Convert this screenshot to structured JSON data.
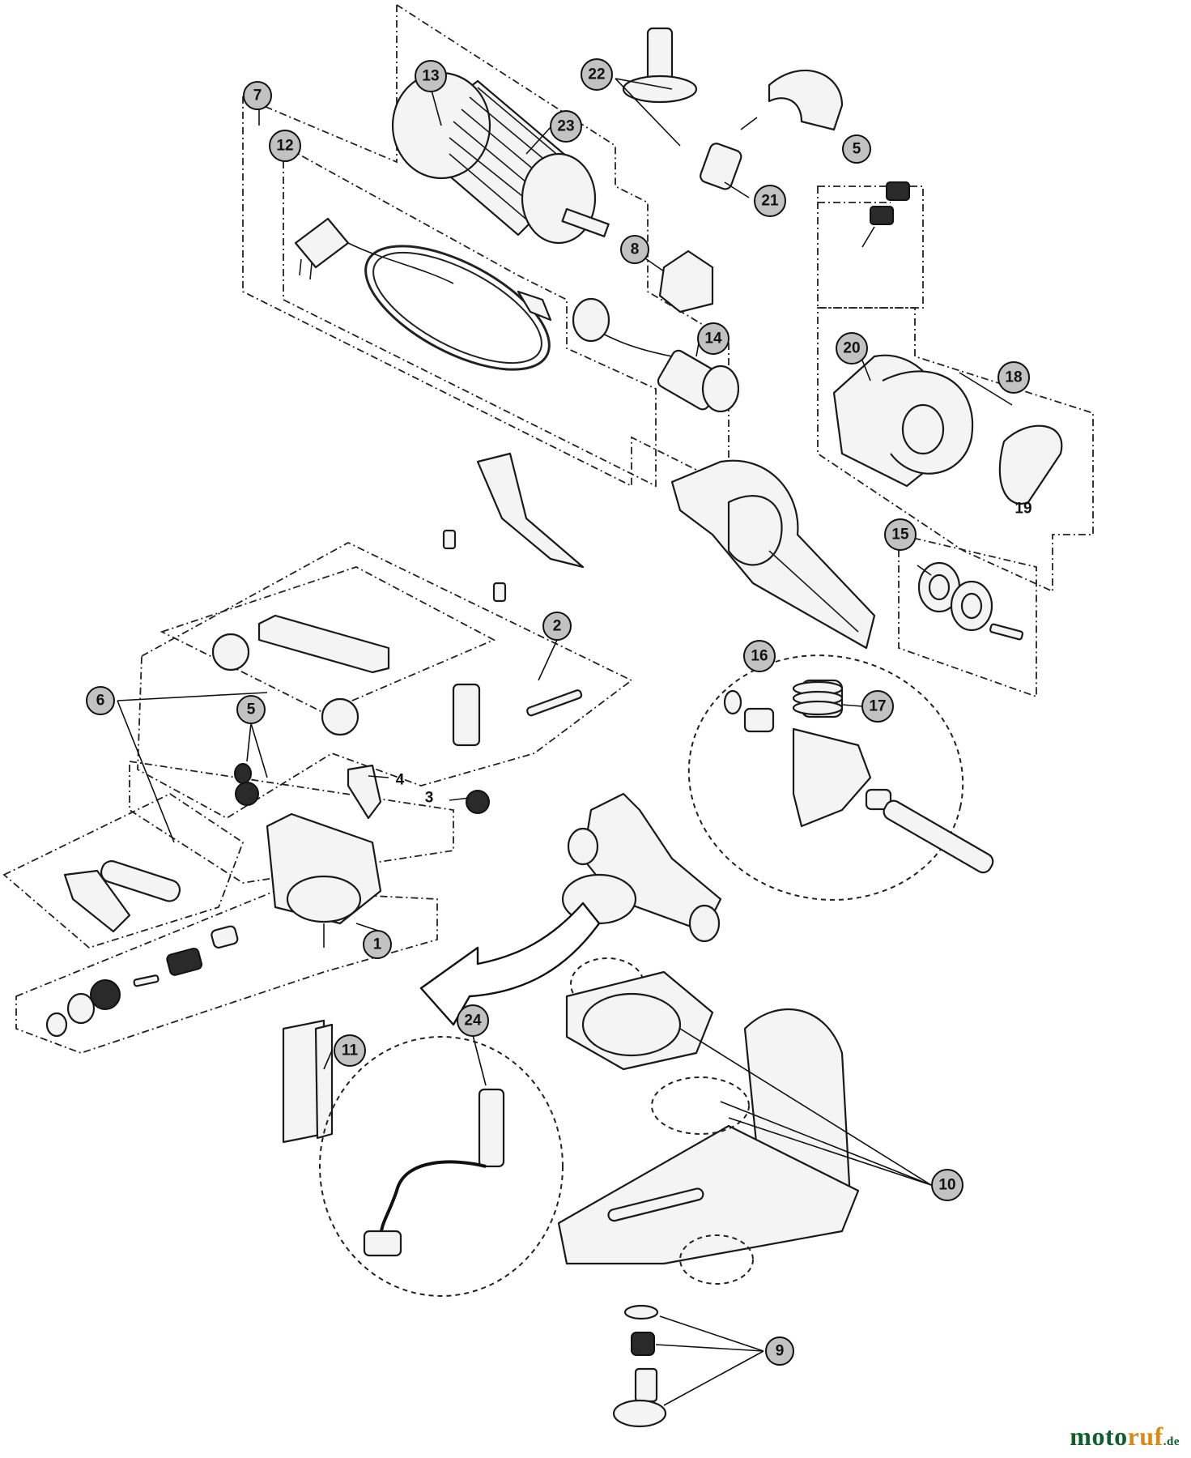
{
  "diagram": {
    "callouts": [
      {
        "id": "c1",
        "label": "1"
      },
      {
        "id": "c2",
        "label": "2"
      },
      {
        "id": "c5a",
        "label": "5"
      },
      {
        "id": "c5b",
        "label": "5"
      },
      {
        "id": "c6",
        "label": "6"
      },
      {
        "id": "c7",
        "label": "7"
      },
      {
        "id": "c8",
        "label": "8"
      },
      {
        "id": "c9",
        "label": "9"
      },
      {
        "id": "c10",
        "label": "10"
      },
      {
        "id": "c11",
        "label": "11"
      },
      {
        "id": "c12",
        "label": "12"
      },
      {
        "id": "c13",
        "label": "13"
      },
      {
        "id": "c14",
        "label": "14"
      },
      {
        "id": "c15",
        "label": "15"
      },
      {
        "id": "c16",
        "label": "16"
      },
      {
        "id": "c17",
        "label": "17"
      },
      {
        "id": "c18",
        "label": "18"
      },
      {
        "id": "c20",
        "label": "20"
      },
      {
        "id": "c21",
        "label": "21"
      },
      {
        "id": "c22",
        "label": "22"
      },
      {
        "id": "c23",
        "label": "23"
      },
      {
        "id": "c24",
        "label": "24"
      }
    ],
    "plain_labels": [
      {
        "id": "p3",
        "label": "3"
      },
      {
        "id": "p4",
        "label": "4"
      },
      {
        "id": "p19",
        "label": "19"
      }
    ]
  },
  "watermark": {
    "part_a": "moto",
    "part_b": "ruf",
    "part_c": ".de"
  }
}
